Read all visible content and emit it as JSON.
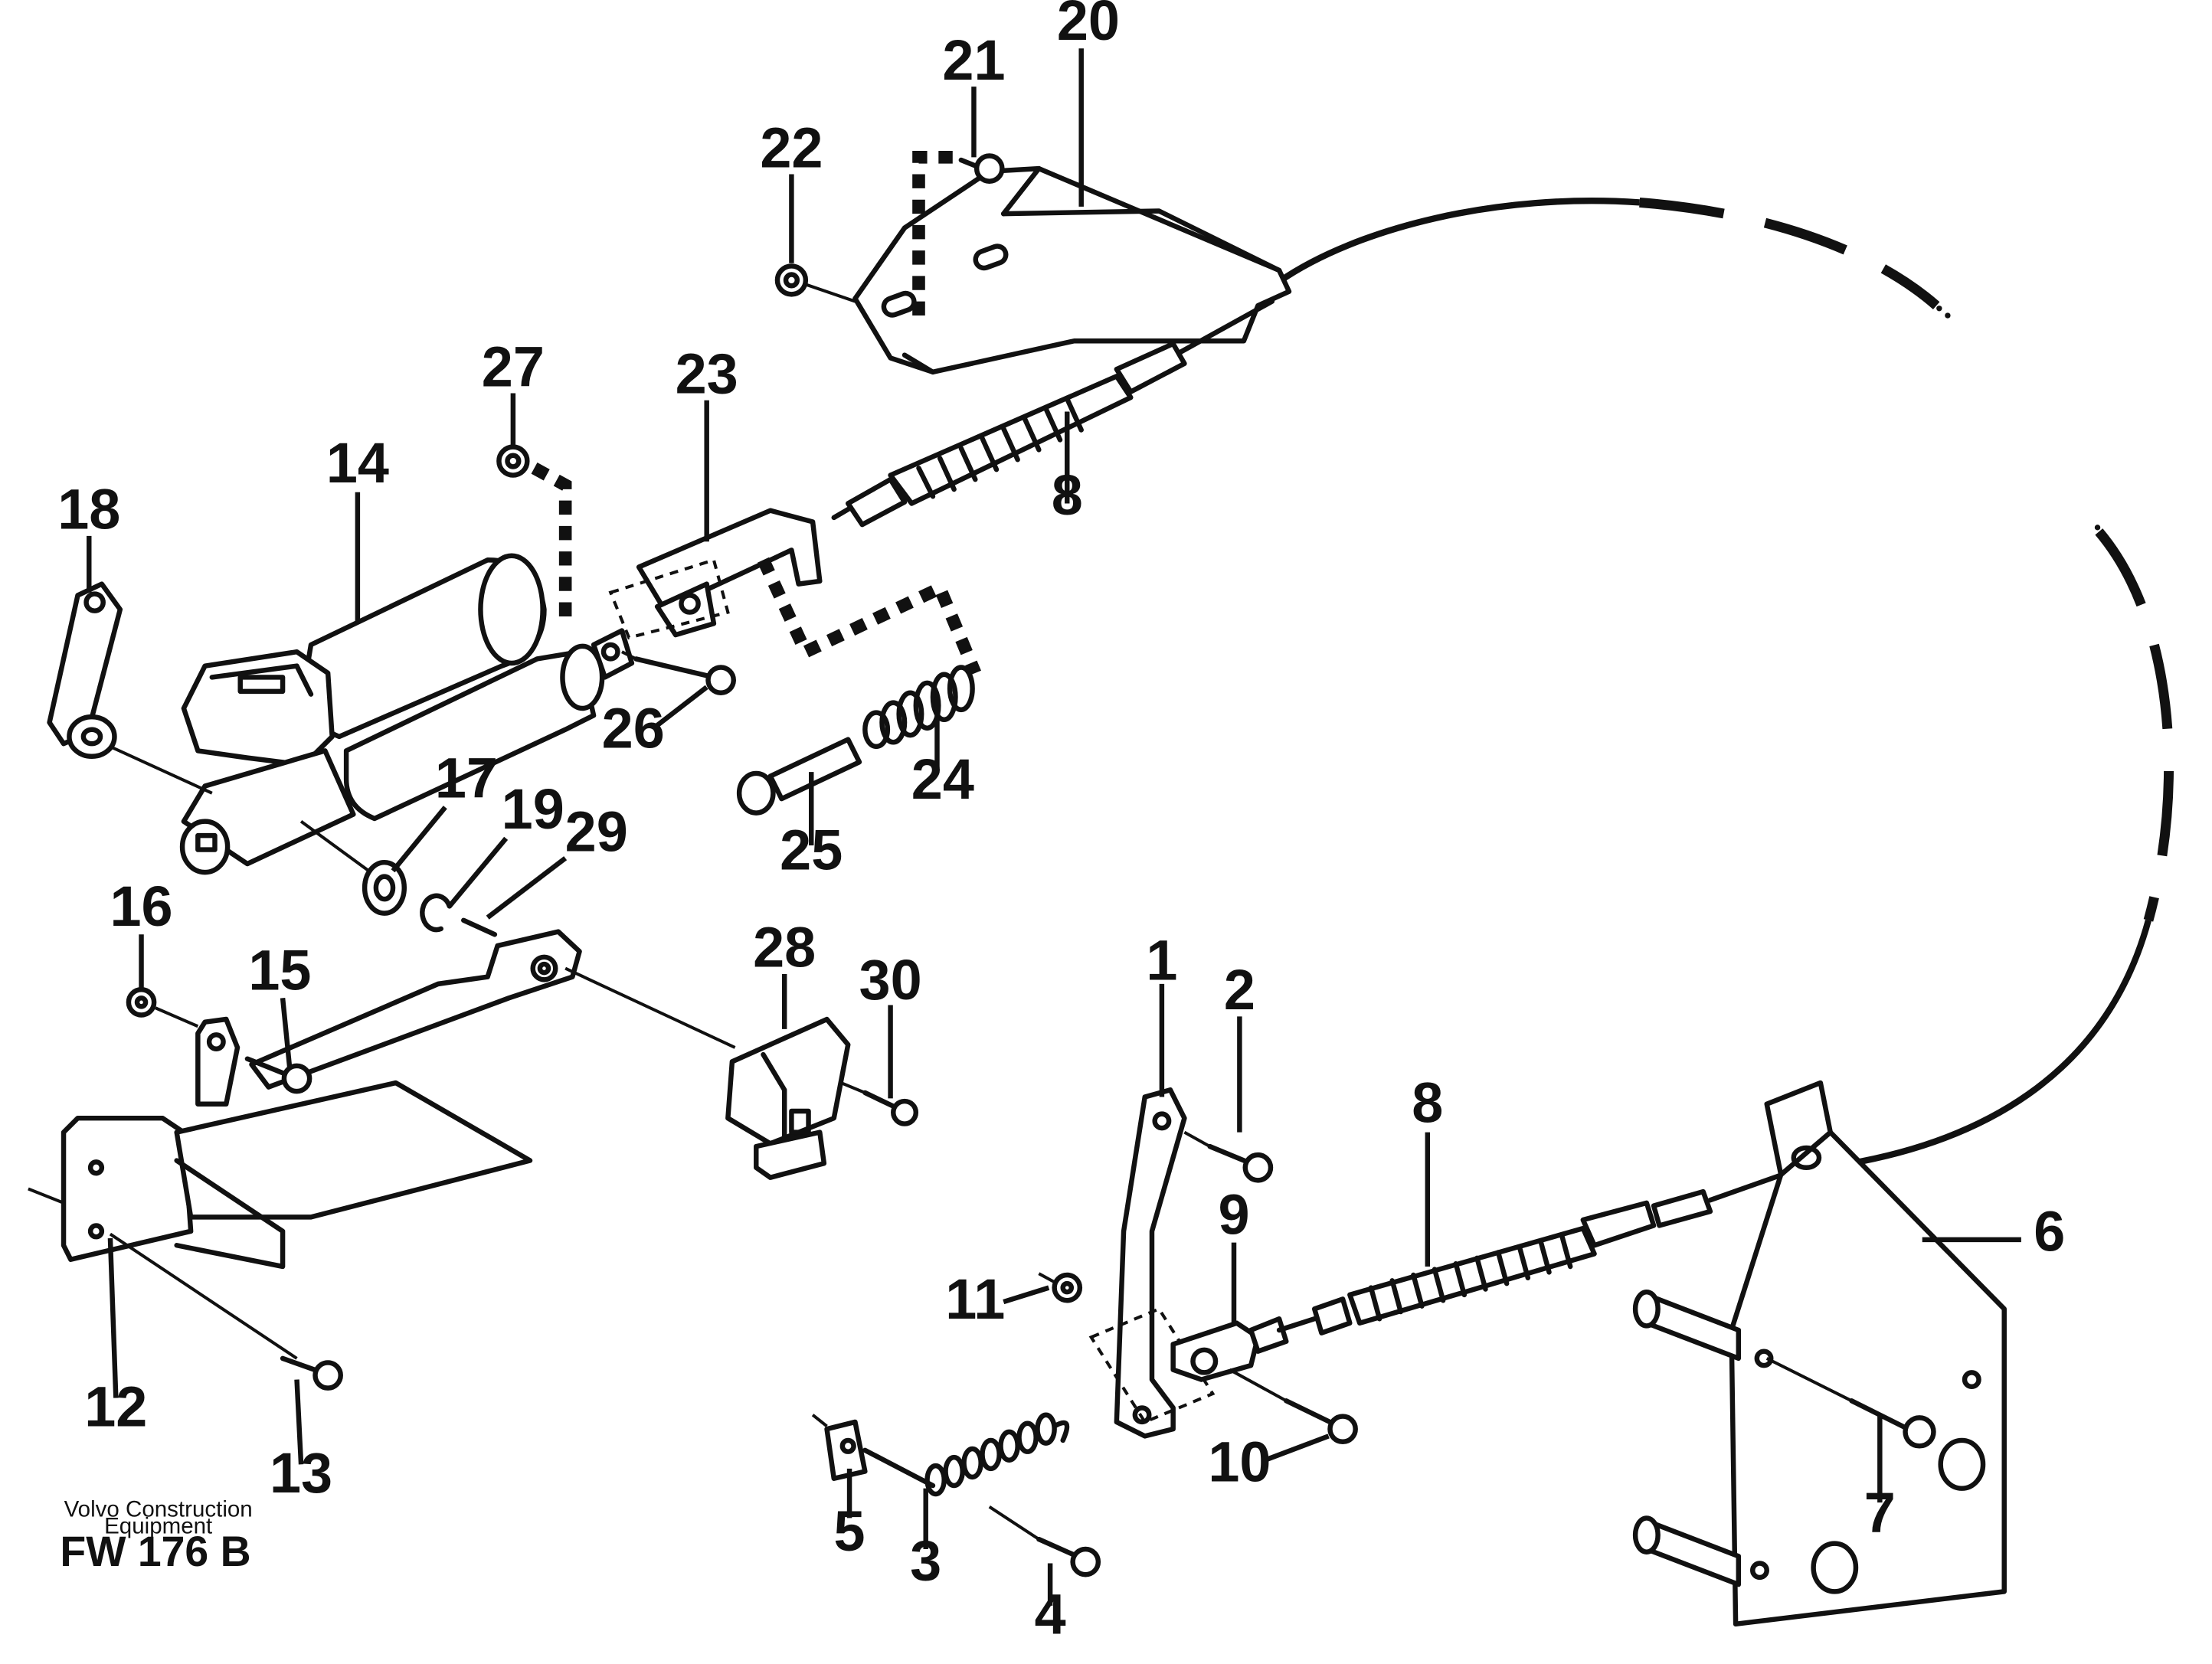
{
  "diagram": {
    "callouts": {
      "c1": "1",
      "c2": "2",
      "c3": "3",
      "c4": "4",
      "c5": "5",
      "c6": "6",
      "c7": "7",
      "c8a": "8",
      "c8b": "8",
      "c9": "9",
      "c10": "10",
      "c11": "11",
      "c12": "12",
      "c13": "13",
      "c14": "14",
      "c15": "15",
      "c16": "16",
      "c17": "17",
      "c18": "18",
      "c19": "19",
      "c20": "20",
      "c21": "21",
      "c22": "22",
      "c23": "23",
      "c24": "24",
      "c25": "25",
      "c26": "26",
      "c27": "27",
      "c28": "28",
      "c29": "29",
      "c30": "30"
    },
    "caption": {
      "brand_line1": "Volvo Construction",
      "brand_line2": "Equipment",
      "figure_id": "FW 176 B"
    }
  }
}
